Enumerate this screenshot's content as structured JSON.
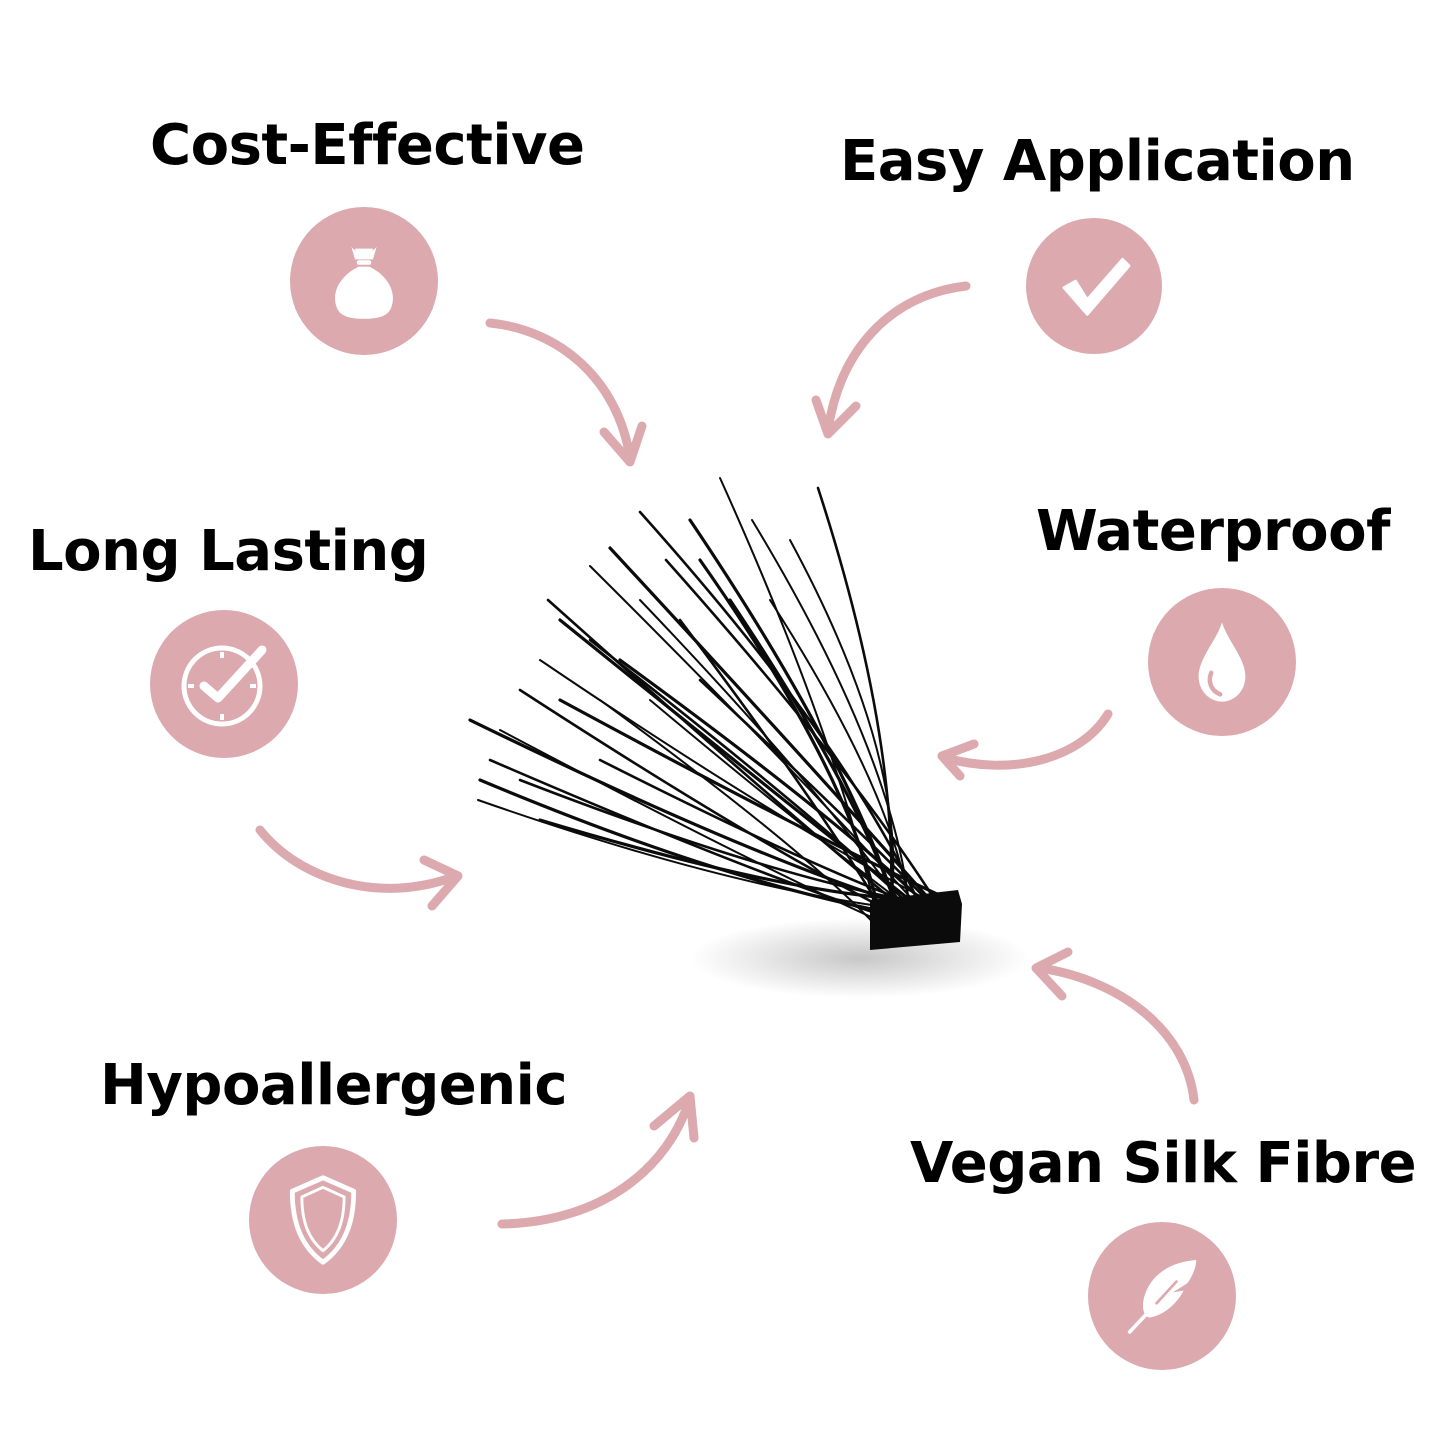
{
  "accent_color": "#dba9ae",
  "features": [
    {
      "label": "Cost-Effective",
      "icon": "money-bag-icon"
    },
    {
      "label": "Easy Application",
      "icon": "checkmark-icon"
    },
    {
      "label": "Long Lasting",
      "icon": "clock-check-icon"
    },
    {
      "label": "Waterproof",
      "icon": "water-drop-icon"
    },
    {
      "label": "Hypoallergenic",
      "icon": "shield-icon"
    },
    {
      "label": "Vegan Silk Fibre",
      "icon": "feather-icon"
    }
  ],
  "product_image": "eyelash-cluster"
}
